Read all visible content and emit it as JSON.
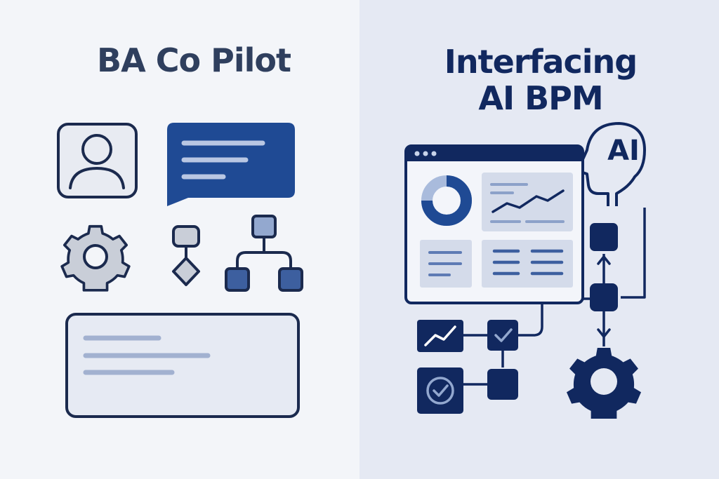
{
  "left": {
    "title": "BA Co Pilot"
  },
  "right": {
    "title_line1": "Interfacing",
    "title_line2": "AI BPM",
    "ai_badge": "AI"
  },
  "colors": {
    "navy": "#11285f",
    "blue": "#1f4a94",
    "mid_blue": "#3d5f9f",
    "light_blue": "#93a8cf",
    "left_bg": "#f3f5f9",
    "right_bg": "#e5e9f3",
    "gray_fill": "#c9ced8",
    "outline": "#1b2a4e"
  },
  "icons": {
    "left": [
      "user-profile-icon",
      "chat-bubble-icon",
      "gear-icon",
      "flowchart-icon",
      "hierarchy-icon",
      "text-box-icon"
    ],
    "right": [
      "browser-window-icon",
      "donut-chart-icon",
      "line-chart-icon",
      "ai-head-icon",
      "workflow-icon",
      "check-icon",
      "gear-icon"
    ]
  }
}
